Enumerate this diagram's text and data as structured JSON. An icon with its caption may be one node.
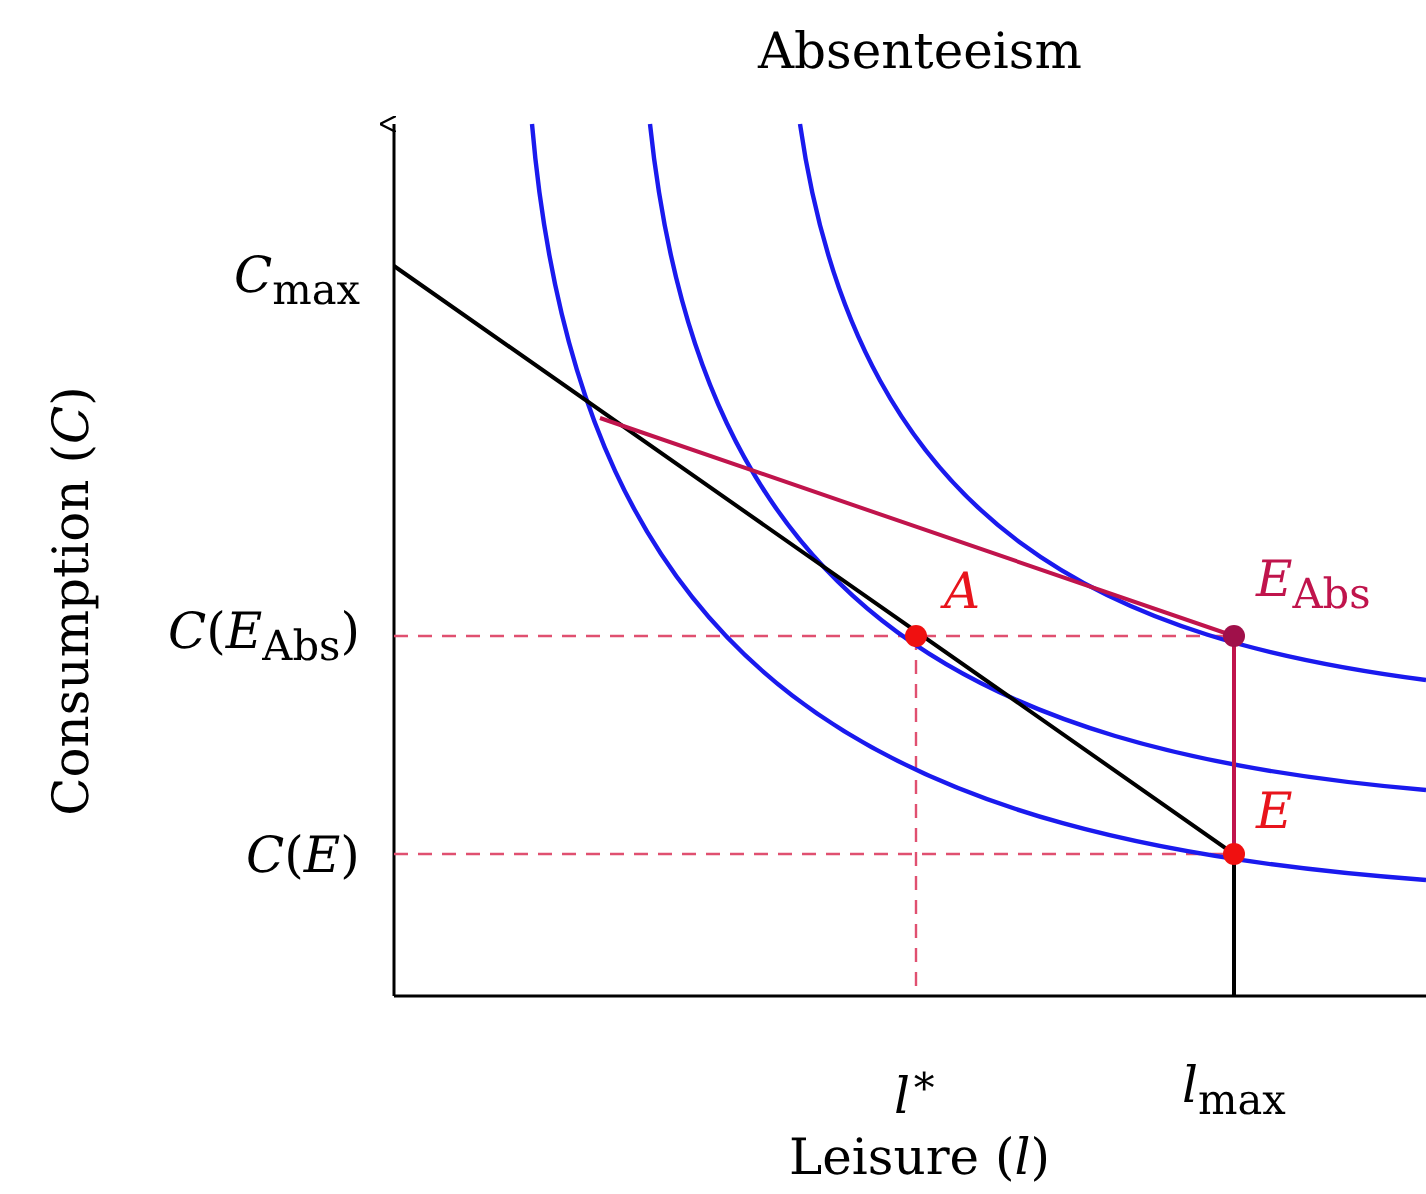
{
  "diagram": {
    "title": "Absenteeism",
    "labels": [
      "*C*$_{max}$",
      "*C*(*E*$_{Abs}$)",
      "*C*(*E*)",
      "Consumption (*C*)",
      "*A*",
      "*E*$_{Abs}$",
      "*E*",
      "*l*$^{∗}$",
      "*l*$_{max}$",
      "Leisure (*l*)"
    ]
  }
}
